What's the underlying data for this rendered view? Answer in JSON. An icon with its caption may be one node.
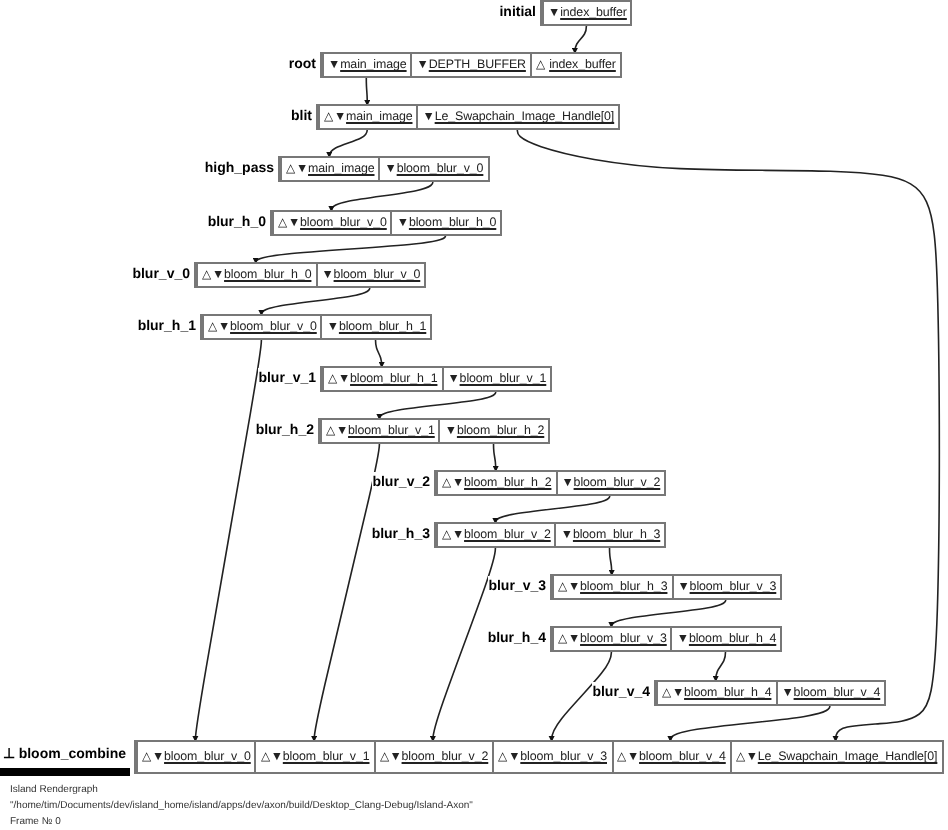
{
  "diagram": {
    "nodes": [
      {
        "text": [
          "initial"
        ]
      },
      {
        "text": [
          "▼index_buffer"
        ],
        "in": 0
      },
      {
        "text": [
          "root"
        ]
      },
      {
        "text": [
          "▼main_image"
        ],
        "in": 2
      },
      {
        "text": [
          "▼DEPTH_BUFFER"
        ],
        "in": 2
      },
      {
        "text": [
          "△ index_buffer"
        ],
        "in": 2
      },
      {
        "text": [
          "blit"
        ]
      },
      {
        "text": [
          "△▼main_image"
        ],
        "in": 6
      },
      {
        "text": [
          "▼Le_Swapchain_Image_Handle[0]"
        ],
        "in": 6
      },
      {
        "text": [
          "high_pass"
        ]
      },
      {
        "text": [
          "△▼main_image"
        ],
        "in": 9
      },
      {
        "text": [
          "▼bloom_blur_v_0"
        ],
        "in": 9
      },
      {
        "text": [
          "blur_h_0"
        ]
      },
      {
        "text": [
          "△▼bloom_blur_v_0"
        ],
        "in": 12
      },
      {
        "text": [
          "▼bloom_blur_h_0"
        ],
        "in": 12
      },
      {
        "text": [
          "blur_v_0"
        ]
      },
      {
        "text": [
          "△▼bloom_blur_h_0"
        ],
        "in": 15
      },
      {
        "text": [
          "▼bloom_blur_v_0"
        ],
        "in": 15
      },
      {
        "text": [
          "blur_h_1"
        ]
      },
      {
        "text": [
          "△▼bloom_blur_v_0"
        ],
        "in": 18
      },
      {
        "text": [
          "▼bloom_blur_h_1"
        ],
        "in": 18
      },
      {
        "text": [
          "blur_v_1"
        ]
      },
      {
        "text": [
          "△▼bloom_blur_h_1"
        ],
        "in": 21
      },
      {
        "text": [
          "▼bloom_blur_v_1"
        ],
        "in": 21
      },
      {
        "text": [
          "blur_h_2"
        ]
      },
      {
        "text": [
          "△▼bloom_blur_v_1"
        ],
        "in": 24
      },
      {
        "text": [
          "▼bloom_blur_h_2"
        ],
        "in": 24
      },
      {
        "text": [
          "blur_v_2"
        ]
      },
      {
        "text": [
          "△▼bloom_blur_h_2"
        ],
        "in": 27
      },
      {
        "text": [
          "▼bloom_blur_v_2"
        ],
        "in": 27
      },
      {
        "text": [
          "blur_h_3"
        ]
      },
      {
        "text": [
          "△▼bloom_blur_v_2"
        ],
        "in": 30
      },
      {
        "text": [
          "▼bloom_blur_h_3"
        ],
        "in": 30
      },
      {
        "text": [
          "blur_v_3"
        ]
      },
      {
        "text": [
          "△▼bloom_blur_h_3"
        ],
        "in": 33
      },
      {
        "text": [
          "▼bloom_blur_v_3"
        ],
        "in": 33
      },
      {
        "text": [
          "blur_h_4"
        ]
      },
      {
        "text": [
          "△▼bloom_blur_v_3"
        ],
        "in": 36
      },
      {
        "text": [
          "▼bloom_blur_h_4"
        ],
        "in": 36
      },
      {
        "text": [
          "blur_v_4"
        ]
      },
      {
        "text": [
          "△▼bloom_blur_h_4"
        ],
        "in": 39
      },
      {
        "text": [
          "▼bloom_blur_v_4"
        ],
        "in": 39
      },
      {
        "text": [
          "⊥ bloom_combine"
        ]
      },
      {
        "text": [
          "△▼bloom_blur_v_0"
        ],
        "in": 42
      },
      {
        "text": [
          "△▼bloom_blur_v_1"
        ],
        "in": 42
      },
      {
        "text": [
          "△▼bloom_blur_v_2"
        ],
        "in": 42
      },
      {
        "text": [
          "△▼bloom_blur_v_3"
        ],
        "in": 42
      },
      {
        "text": [
          "△▼bloom_blur_v_4"
        ],
        "in": 42
      },
      {
        "text": [
          "△▼Le_Swapchain_Image_Handle[0]"
        ],
        "in": 42
      }
    ],
    "edges": [
      {
        "from": 1,
        "to": 5,
        "arrow": "to"
      },
      {
        "from": 3,
        "to": 7,
        "arrow": "to"
      },
      {
        "from": 7,
        "to": 10,
        "arrow": "to"
      },
      {
        "from": 8,
        "to": 48,
        "arrow": "to"
      },
      {
        "from": 11,
        "to": 13,
        "arrow": "to"
      },
      {
        "from": 14,
        "to": 16,
        "arrow": "to"
      },
      {
        "from": 17,
        "to": 19,
        "arrow": "to"
      },
      {
        "from": 19,
        "to": 43,
        "arrow": "to"
      },
      {
        "from": 20,
        "to": 22,
        "arrow": "to"
      },
      {
        "from": 23,
        "to": 25,
        "arrow": "to"
      },
      {
        "from": 25,
        "to": 44,
        "arrow": "to"
      },
      {
        "from": 26,
        "to": 28,
        "arrow": "to"
      },
      {
        "from": 29,
        "to": 31,
        "arrow": "to"
      },
      {
        "from": 31,
        "to": 45,
        "arrow": "to"
      },
      {
        "from": 32,
        "to": 34,
        "arrow": "to"
      },
      {
        "from": 35,
        "to": 37,
        "arrow": "to"
      },
      {
        "from": 37,
        "to": 46,
        "arrow": "to"
      },
      {
        "from": 38,
        "to": 40,
        "arrow": "to"
      },
      {
        "from": 41,
        "to": 47,
        "arrow": "to"
      }
    ],
    "labels": [
      "Island Rendergraph",
      "\"/home/tim/Documents/dev/island_home/island/apps/dev/axon/build/Desktop_Clang-Debug/Island-Axon\"",
      "Frame № 0"
    ]
  }
}
